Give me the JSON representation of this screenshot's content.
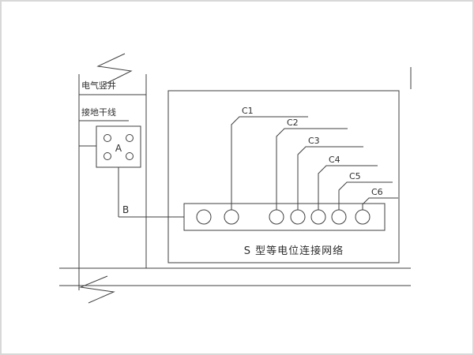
{
  "diagram": {
    "shaft_label": "电气竖井",
    "ground_trunk_label": "接地干线",
    "device_a_label": "A",
    "point_b_label": "B",
    "network_label": "S 型等电位连接网络",
    "terminal_labels": [
      "C1",
      "C2",
      "C3",
      "C4",
      "C5",
      "C6"
    ],
    "terminal_circle_count": 7,
    "colors": {
      "line": "#3f3f3f",
      "background": "#ffffff",
      "border": "#d8d8d8"
    }
  }
}
